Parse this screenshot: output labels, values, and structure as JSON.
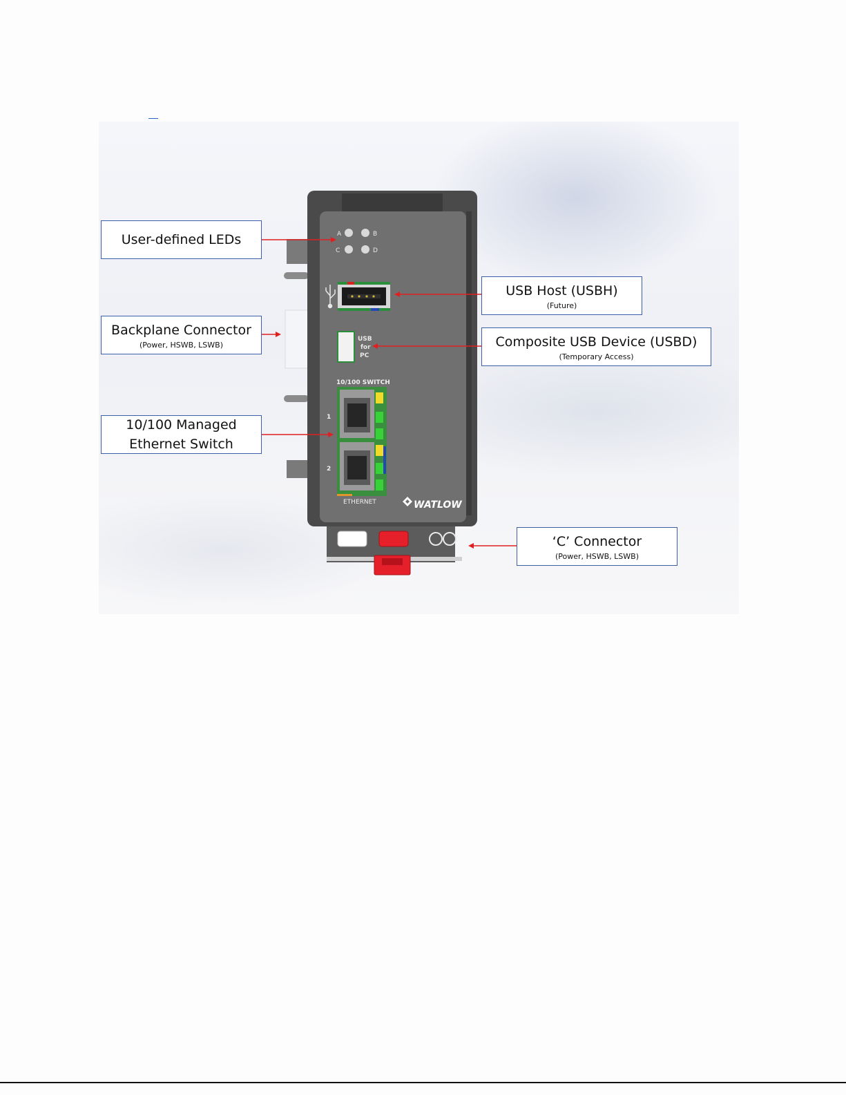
{
  "callouts": {
    "leds": {
      "title": "User-defined LEDs"
    },
    "backplane": {
      "title": "Backplane Connector",
      "subtitle": "(Power, HSWB, LSWB)"
    },
    "ethernet": {
      "title_line1": "10/100 Managed",
      "title_line2": "Ethernet Switch"
    },
    "usb_host": {
      "title": "USB Host (USBH)",
      "subtitle": "(Future)"
    },
    "usb_device": {
      "title": "Composite USB Device (USBD)",
      "subtitle": "(Temporary Access)"
    },
    "c_connector": {
      "title": "‘C’ Connector",
      "subtitle": "(Power, HSWB, LSWB)"
    }
  },
  "device": {
    "led_labels": [
      "A",
      "B",
      "C",
      "D"
    ],
    "usb_pc_label": [
      "USB",
      "for",
      "PC"
    ],
    "switch_label": "10/100 SWITCH",
    "port_numbers": [
      "1",
      "2"
    ],
    "ethernet_label": "ETHERNET",
    "brand": "WATLOW"
  },
  "colors": {
    "arrow": "#e02020",
    "callout_border": "#3b5ea8",
    "housing": "#6f6f6f",
    "latch": "#e5202b"
  }
}
